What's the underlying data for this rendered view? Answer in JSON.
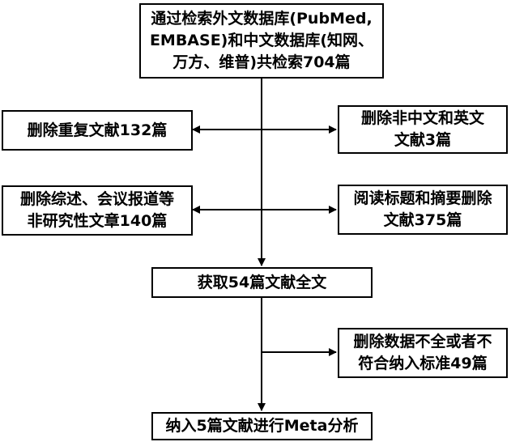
{
  "flowchart": {
    "search": {
      "lines": [
        "通过检索外文数据库(PubMed,",
        "EMBASE)和中文数据库(知网、",
        "万方、维普)共检索704篇"
      ]
    },
    "dedup": {
      "lines": [
        "删除重复文献132篇"
      ]
    },
    "nonChineseEnglish": {
      "lines": [
        "删除非中文和英文",
        "文献3篇"
      ]
    },
    "nonResearch": {
      "lines": [
        "删除综述、会议报道等",
        "非研究性文章140篇"
      ]
    },
    "titleAbstract": {
      "lines": [
        "阅读标题和摘要删除",
        "文献375篇"
      ]
    },
    "fulltext": {
      "lines": [
        "获取54篇文献全文"
      ]
    },
    "incomplete": {
      "lines": [
        "删除数据不全或者不",
        "符合纳入标准49篇"
      ]
    },
    "included": {
      "lines": [
        "纳入5篇文献进行Meta分析"
      ]
    }
  }
}
